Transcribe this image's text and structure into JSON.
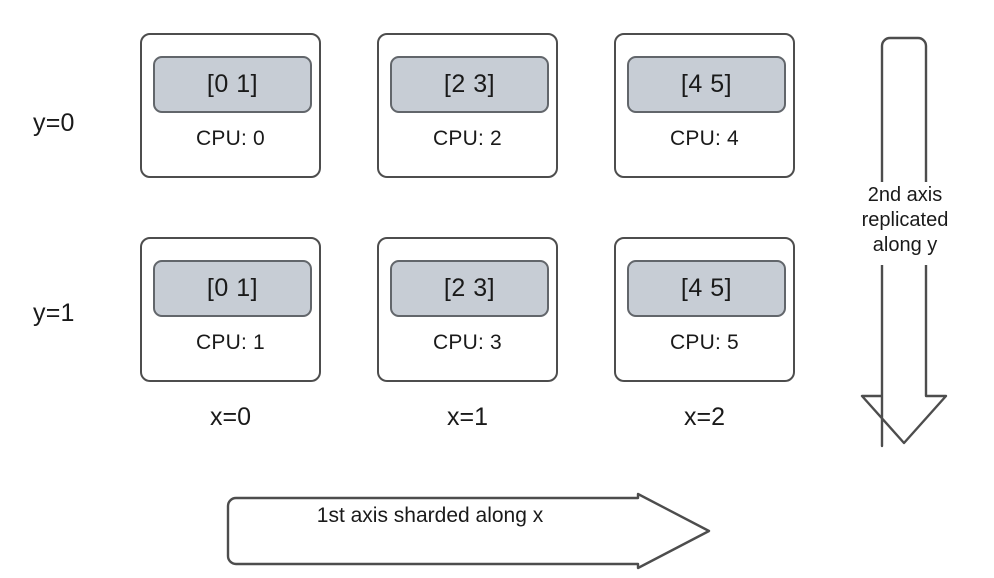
{
  "diagram": {
    "title": "1st axis sharded along x / 2nd axis replicated along y",
    "colors": {
      "card_border": "#4d4d4d",
      "card_fill": "#ffffff",
      "shard_fill": "#c7cdd5",
      "shard_border": "#62666b",
      "text": "#1a1a1a",
      "arrow_stroke": "#4d4d4d",
      "arrow_fill": "#ffffff",
      "background": "#ffffff"
    },
    "row_labels": [
      {
        "text": "y=0"
      },
      {
        "text": "y=1"
      }
    ],
    "col_labels": [
      {
        "text": "x=0"
      },
      {
        "text": "x=1"
      },
      {
        "text": "x=2"
      }
    ],
    "grid": {
      "rows": 2,
      "cols": 3,
      "cards": [
        {
          "shard": "[0 1]",
          "cpu": "CPU: 0",
          "row": 0,
          "col": 0
        },
        {
          "shard": "[2 3]",
          "cpu": "CPU: 2",
          "row": 0,
          "col": 1
        },
        {
          "shard": "[4 5]",
          "cpu": "CPU: 4",
          "row": 0,
          "col": 2
        },
        {
          "shard": "[0 1]",
          "cpu": "CPU: 1",
          "row": 1,
          "col": 0
        },
        {
          "shard": "[2 3]",
          "cpu": "CPU: 3",
          "row": 1,
          "col": 1
        },
        {
          "shard": "[4 5]",
          "cpu": "CPU: 5",
          "row": 1,
          "col": 2
        }
      ]
    },
    "horizontal_arrow": {
      "caption": "1st axis sharded along x",
      "direction": "right"
    },
    "vertical_arrow": {
      "caption_line1": "2nd axis",
      "caption_line2": "replicated",
      "caption_line3": "along y",
      "direction": "down"
    }
  }
}
